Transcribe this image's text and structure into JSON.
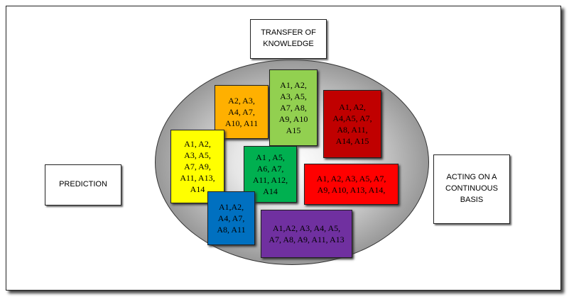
{
  "labels": {
    "transfer": "TRANSFER OF\nKNOWLEDGE",
    "prediction": "PREDICTION",
    "acting": "ACTING ON A\nCONTINUOUS\nBASIS"
  },
  "boxes": [
    {
      "id": "orange",
      "color": "#ffb000",
      "text": "A2, A3,\nA4, A7,\nA10, A11"
    },
    {
      "id": "lightgreen",
      "color": "#92d050",
      "text": "A1, A2,\nA3, A5,\nA7, A8,\nA9, A10\nA15"
    },
    {
      "id": "darkred",
      "color": "#c00000",
      "text": "A1, A2,\nA4,A5, A7,\nA8, A11,\nA14, A15"
    },
    {
      "id": "yellow",
      "color": "#ffff00",
      "text": "A1, A2,\nA3, A5,\nA7, A9,\nA11, A13,\nA14"
    },
    {
      "id": "green",
      "color": "#00b050",
      "text": "A1 , A5,\nA6, A7,\nA11, A12,\nA14"
    },
    {
      "id": "red",
      "color": "#ff0000",
      "text": "A1, A2, A3, A5, A7,\nA9, A10, A13, A14,"
    },
    {
      "id": "blue",
      "color": "#0070c0",
      "text": "A1,A2,\nA4, A7,\nA8, A11"
    },
    {
      "id": "purple",
      "color": "#7030a0",
      "text": "A1,A2, A3, A4, A5,\nA7, A8, A9, A11, A13"
    }
  ]
}
